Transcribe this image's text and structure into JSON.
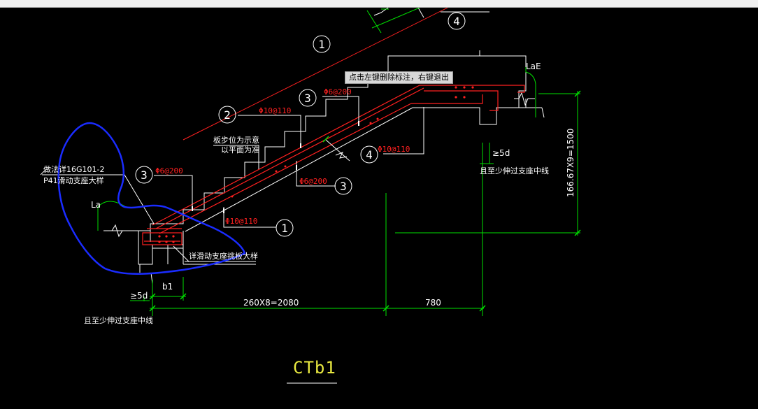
{
  "tooltip": "点击左键删除标注，右键退出",
  "title": "CTb1",
  "labels": {
    "rebar_6_200_top": "Φ6@200",
    "rebar_10_110_top": "Φ10@110",
    "rebar_6_200_left": "Φ6@200",
    "rebar_6_200_mid": "Φ6@200",
    "rebar_10_110_bottom": "Φ10@110",
    "rebar_10_110_right": "Φ10@110",
    "step_note_1": "板步位为示意",
    "step_note_2": "以平面为准",
    "ref_note_1": "做法详16G101-2",
    "ref_note_2": "P41滑动支座大样",
    "slide_note": "详滑动支座挑板大样",
    "la": "La",
    "lae": "LaE",
    "b1": "b1",
    "five_d_left": "≥5d",
    "five_d_right": "≥5d",
    "support_note_left": "且至少伸过支座中线",
    "support_note_right": "且至少伸过支座中线",
    "dim_horizontal": "260X8=2080",
    "dim_right": "780",
    "dim_vertical": "166.67X9=1500"
  },
  "circles": {
    "c1_top": "1",
    "c4_top": "4",
    "c3_top": "3",
    "c2": "2",
    "c3_left": "3",
    "c4_mid": "4",
    "c3_mid": "3",
    "c1_bottom": "1"
  },
  "colors": {
    "background": "#000000",
    "linework": "#ffffff",
    "rebar": "#ff2020",
    "dimension": "#00e000",
    "cloud": "#1a2cff",
    "title": "#e8e840"
  }
}
